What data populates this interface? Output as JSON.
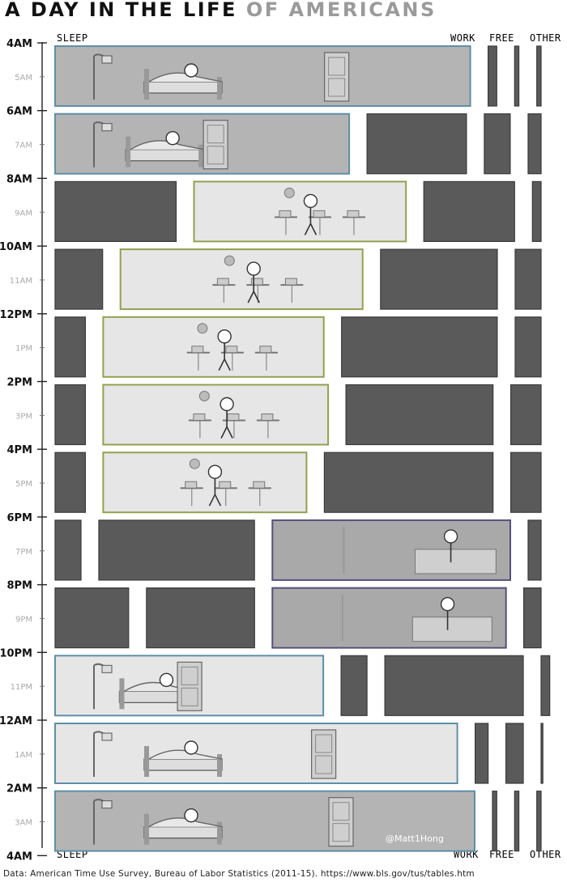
{
  "title": {
    "part1": "A DAY IN THE LIFE",
    "part2": "OF AMERICANS"
  },
  "legend": {
    "sleep": "SLEEP",
    "work": "WORK",
    "free": "FREE",
    "other": "OTHER"
  },
  "colors": {
    "sleep": "#5f8fa6",
    "work": "#93a04f",
    "free": "#55507a",
    "other": "#555555",
    "highlight_fill": "#e6e6e6",
    "dim_fill": "#5a5a5a",
    "sleep_fill_night": "#b4b4b4"
  },
  "credit": "@Matt1Hong",
  "footnote": "Data: American Time Use Survey, Bureau of Labor Statistics (2011-15). https://www.bls.gov/tus/tables.htm",
  "chart_data": {
    "type": "bar",
    "orientation": "horizontal",
    "stacked": true,
    "title": "A DAY IN THE LIFE OF AMERICANS",
    "series": [
      {
        "name": "SLEEP",
        "values": [
          0.96,
          0.68,
          0.28,
          0.11,
          0.07,
          0.07,
          0.07,
          0.06,
          0.17,
          0.62,
          0.93,
          0.97
        ]
      },
      {
        "name": "WORK",
        "values": [
          0.02,
          0.23,
          0.49,
          0.56,
          0.51,
          0.52,
          0.47,
          0.36,
          0.25,
          0.06,
          0.03,
          0.01
        ]
      },
      {
        "name": "FREE",
        "values": [
          0.01,
          0.06,
          0.21,
          0.27,
          0.36,
          0.34,
          0.39,
          0.55,
          0.54,
          0.32,
          0.04,
          0.01
        ]
      },
      {
        "name": "OTHER",
        "values": [
          0.01,
          0.03,
          0.02,
          0.06,
          0.06,
          0.07,
          0.07,
          0.03,
          0.04,
          0.02,
          0.0,
          0.01
        ]
      }
    ],
    "highlight": [
      "SLEEP",
      "SLEEP",
      "WORK",
      "WORK",
      "WORK",
      "WORK",
      "WORK",
      "FREE",
      "FREE",
      "SLEEP",
      "SLEEP",
      "SLEEP"
    ],
    "major_ticks": [
      "4AM",
      "6AM",
      "8AM",
      "10AM",
      "12PM",
      "2PM",
      "4PM",
      "6PM",
      "8PM",
      "10PM",
      "12AM",
      "2AM",
      "4AM"
    ],
    "minor_ticks": [
      "5AM",
      "7AM",
      "9AM",
      "11AM",
      "1PM",
      "3PM",
      "5PM",
      "7PM",
      "9PM",
      "11PM",
      "1AM",
      "3AM"
    ]
  }
}
